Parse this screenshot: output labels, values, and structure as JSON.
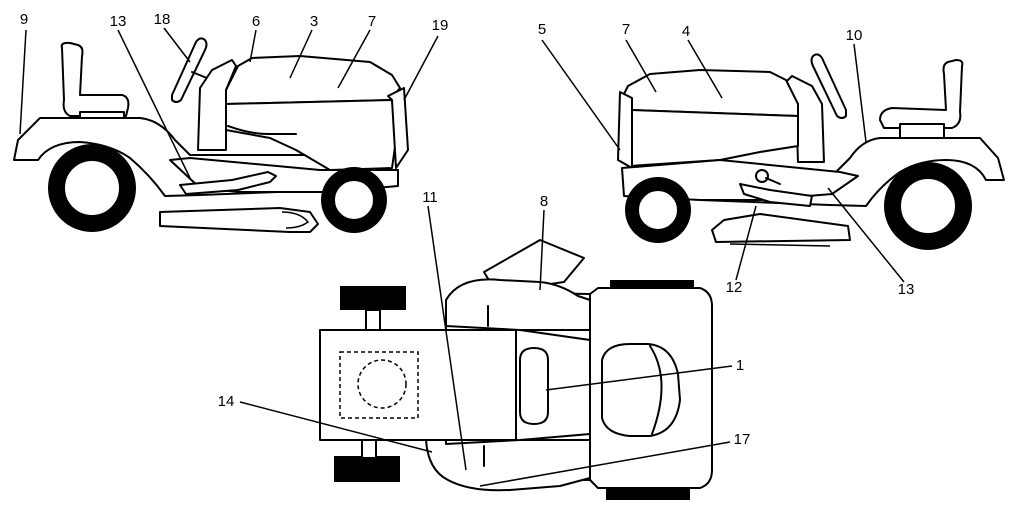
{
  "diagram": {
    "callouts": [
      {
        "id": "c9",
        "label": "9"
      },
      {
        "id": "c13a",
        "label": "13"
      },
      {
        "id": "c18",
        "label": "18"
      },
      {
        "id": "c6",
        "label": "6"
      },
      {
        "id": "c3",
        "label": "3"
      },
      {
        "id": "c7a",
        "label": "7"
      },
      {
        "id": "c19",
        "label": "19"
      },
      {
        "id": "c5",
        "label": "5"
      },
      {
        "id": "c7b",
        "label": "7"
      },
      {
        "id": "c4",
        "label": "4"
      },
      {
        "id": "c10",
        "label": "10"
      },
      {
        "id": "c12",
        "label": "12"
      },
      {
        "id": "c13b",
        "label": "13"
      },
      {
        "id": "c11",
        "label": "11"
      },
      {
        "id": "c8",
        "label": "8"
      },
      {
        "id": "c1",
        "label": "1"
      },
      {
        "id": "c14",
        "label": "14"
      },
      {
        "id": "c17",
        "label": "17"
      }
    ]
  }
}
